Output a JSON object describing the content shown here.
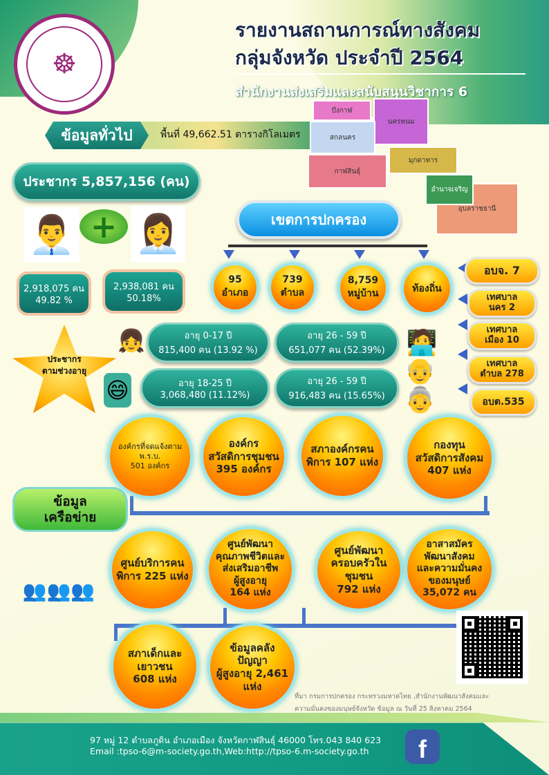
{
  "header": {
    "title_line1": "รายงานสถานการณ์ทางสังคม",
    "title_line2": "กลุ่มจังหวัด ประจำปี 2564",
    "subtitle": "สำนักงานส่งเสริมและสนับสนุนวิชาการ 6",
    "logo_icon": "ministry-seal"
  },
  "general": {
    "label": "ข้อมูลทั่วไป",
    "area": "พื้นที่ 49,662.51 ตารางกิโลเมตร"
  },
  "map": {
    "provinces": [
      "บึงกาฬ",
      "นครพนม",
      "สกลนคร",
      "กาฬสินธุ์",
      "มุกดาหาร",
      "อำนาจเจริญ",
      "อุบลราชธานี"
    ]
  },
  "population": {
    "total": "ประชากร 5,857,156 (คน)",
    "male_count": "2,918,075 คน",
    "male_pct": "49.82 %",
    "female_count": "2,938,081 คน",
    "female_pct": "50.18%"
  },
  "admin": {
    "title": "เขตการปกครอง",
    "units": [
      {
        "value": "95",
        "label": "อำเภอ"
      },
      {
        "value": "739",
        "label": "ตำบล"
      },
      {
        "value": "8,759",
        "label": "หมู่บ้าน"
      },
      {
        "value": "",
        "label": "ท้องถิ่น"
      }
    ],
    "local": [
      {
        "l1": "อบจ. 7",
        "l2": ""
      },
      {
        "l1": "เทศบาล",
        "l2": "นคร 2"
      },
      {
        "l1": "เทศบาล",
        "l2": "เมือง 10"
      },
      {
        "l1": "เทศบาล",
        "l2": "ตำบล 278"
      },
      {
        "l1": "อบต.535",
        "l2": ""
      }
    ]
  },
  "age": {
    "title_l1": "ประชากร",
    "title_l2": "ตามช่วงอายุ",
    "groups": [
      {
        "range": "อายุ 0-17 ปี",
        "value": "815,400 คน (13.92 %)"
      },
      {
        "range": "อายุ 26 - 59 ปี",
        "value": "651,077 คน (52.39%)"
      },
      {
        "range": "อายุ 18-25 ปี",
        "value": "3,068,480 (11.12%)"
      },
      {
        "range": "อายุ 26 - 59 ปี",
        "value": "916,483 คน (15.65%)"
      }
    ]
  },
  "network": {
    "title_l1": "ข้อมูล",
    "title_l2": "เครือข่าย",
    "items": [
      [
        "องค์กรที่จดแจ้งตาม",
        "พ.ร.บ.",
        "501 องค์กร"
      ],
      [
        "องค์กร",
        "สวัสดิการชุมชน",
        "395 องค์กร"
      ],
      [
        "สภาองค์กรคน",
        "พิการ 107 แห่ง"
      ],
      [
        "กองทุน",
        "สวัสดิการสังคม",
        "407 แห่ง"
      ],
      [
        "ศูนย์บริการคน",
        "พิการ 225 แห่ง"
      ],
      [
        "ศูนย์พัฒนา",
        "คุณภาพชีวิตและ",
        "ส่งเสริมอาชีพ",
        "ผู้สูงอายุ",
        "164 แห่ง"
      ],
      [
        "ศูนย์พัฒนา",
        "ครอบครัวใน",
        "ชุมชน",
        "792 แห่ง"
      ],
      [
        "อาสาสมัคร",
        "พัฒนาสังคม",
        "และความมั่นคง",
        "ของมนุษย์",
        "35,072 คน"
      ],
      [
        "สภาเด็กและ",
        "เยาวชน",
        "608 แห่ง"
      ],
      [
        "ข้อมูลคลัง",
        "ปัญญา",
        "ผู้สูงอายุ 2,461",
        "แห่ง"
      ]
    ]
  },
  "source": {
    "l1": "ที่มา กรมการปกครอง กระทรวงมหาดไทย ,สำนักงานพัฒนาสังคมและ",
    "l2": "ความมั่นคงของมนุษย์จังหวัด ข้อมูล ณ วันที่ 25 สิงหาคม 2564"
  },
  "footer": {
    "address": "97 หมู่ 12 ตำบลภูดิน  อำเภอเมือง  จังหวัดกาฬสินธุ์ 46000 โทร.043 840 623",
    "contact": "Email :tpso-6@m-society.go.th,Web:http://tpso-6.m-society.go.th",
    "fb_glyph": "f"
  }
}
